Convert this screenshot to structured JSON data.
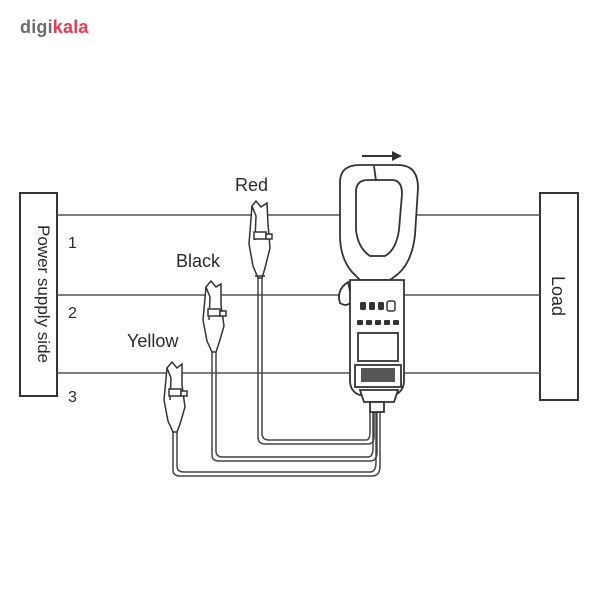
{
  "brand": {
    "logo_part1": "digi",
    "logo_part2": "kala",
    "accent": "#ef394e",
    "text_gray": "#6b6b6b"
  },
  "diagram": {
    "supply_side_label": "Power supply side",
    "load_label": "Load",
    "line_numbers": [
      "1",
      "2",
      "3"
    ],
    "probe_labels": {
      "red": "Red",
      "black": "Black",
      "yellow": "Yellow"
    },
    "current_direction_icon": "arrow-right-icon",
    "stroke_color": "#333333"
  }
}
